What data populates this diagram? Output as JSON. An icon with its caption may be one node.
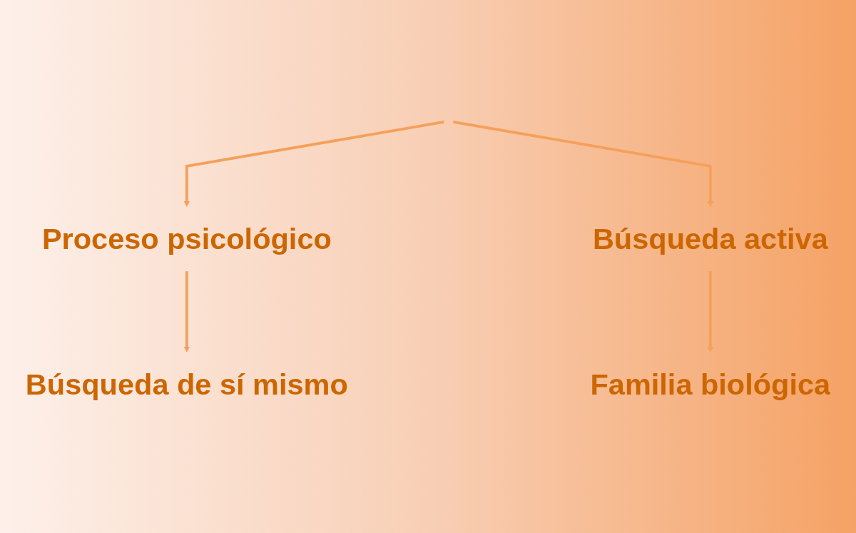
{
  "diagram": {
    "nodes": [
      {
        "text": [
          "Proceso psicológico"
        ]
      },
      {
        "text": [
          "Búsqueda activa"
        ]
      },
      {
        "text": [
          "Búsqueda de sí mismo"
        ]
      },
      {
        "text": [
          "Familia biológica"
        ]
      }
    ],
    "edges": [
      {
        "from": null,
        "to": 0,
        "arrow": "to"
      },
      {
        "from": null,
        "to": 1,
        "arrow": "to"
      },
      {
        "from": 0,
        "to": 2,
        "arrow": "to"
      },
      {
        "from": 1,
        "to": 3,
        "arrow": "to"
      }
    ]
  }
}
